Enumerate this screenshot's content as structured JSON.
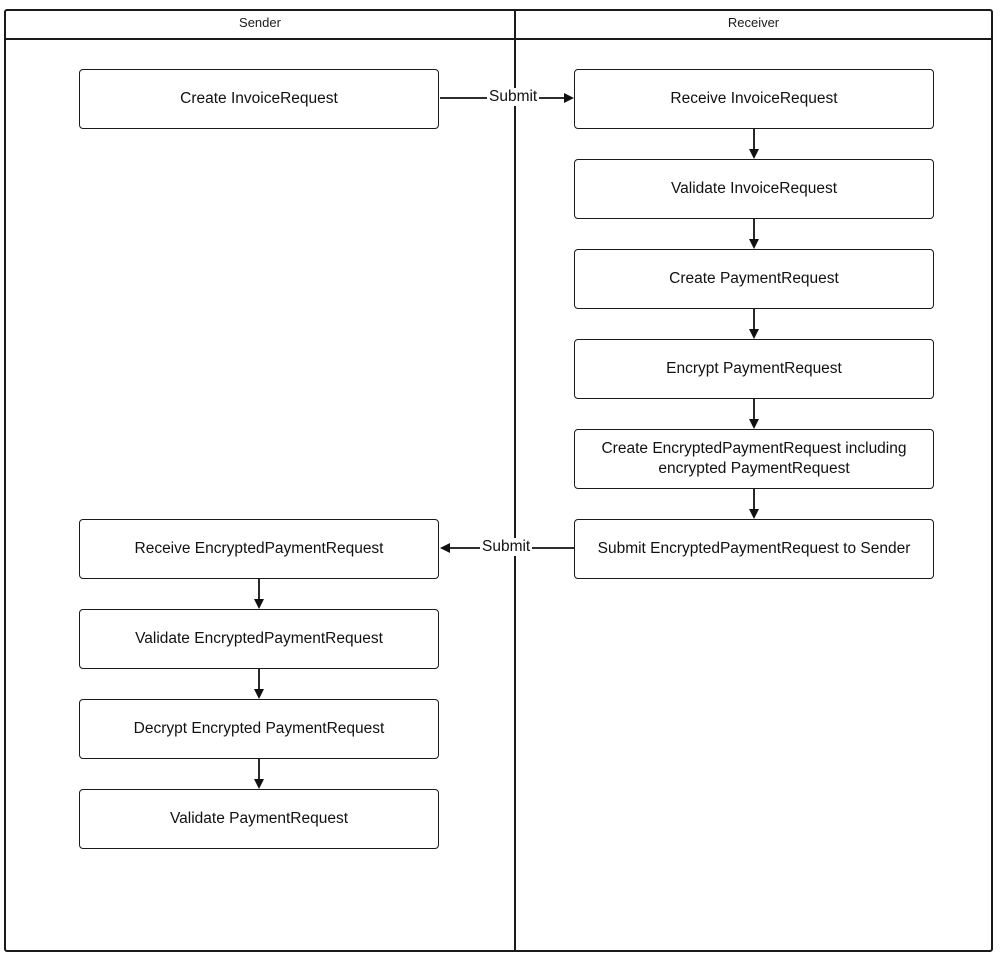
{
  "lanes": {
    "sender": "Sender",
    "receiver": "Receiver"
  },
  "receiver_steps": [
    "Receive InvoiceRequest",
    "Validate InvoiceRequest",
    "Create PaymentRequest",
    "Encrypt PaymentRequest",
    "Create EncryptedPaymentRequest including encrypted PaymentRequest",
    "Submit EncryptedPaymentRequest to Sender"
  ],
  "sender_steps": [
    "Create InvoiceRequest",
    "Receive EncryptedPaymentRequest",
    "Validate EncryptedPaymentRequest",
    "Decrypt Encrypted PaymentRequest",
    "Validate PaymentRequest"
  ],
  "edges": {
    "invoice_submit": "Submit",
    "payment_submit": "Submit"
  },
  "colors": {
    "stroke": "#1a1a1a",
    "background": "#ffffff"
  }
}
